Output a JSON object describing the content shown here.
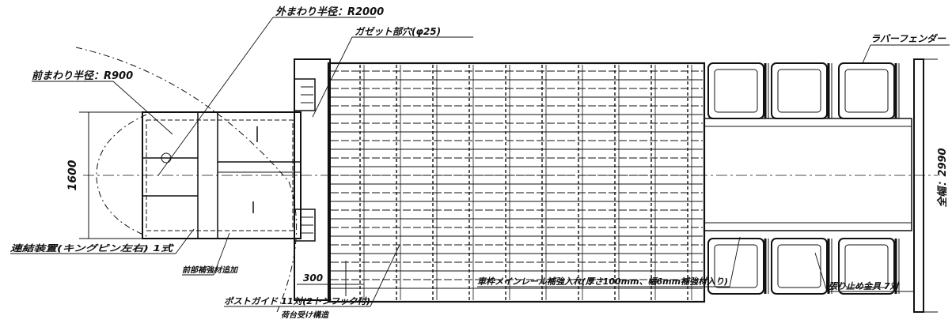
{
  "labels": {
    "outer_turn_radius": "外まわり半径：R2000",
    "inner_turn_radius": "前まわり半径：R900",
    "gusset_hole": "ガゼット部穴(φ25)",
    "rubber_fender": "ラバーフェンダー",
    "width_1600": "1600",
    "overall_width": "全幅：2990",
    "kingpin_note": "連結装置(キングピン左右) 1式",
    "front_frame_note": "前部補強材追加",
    "dim_300": "300",
    "post_guide": "ポストガイド 11対(2トンフック付)",
    "post_guide_sub": "荷台受け構造",
    "main_rail_note": "車枠メインレール補強入れ(厚さ100mm、幅6mm補強材入り)",
    "lashing_hooks": "張り止め金具 7対"
  }
}
